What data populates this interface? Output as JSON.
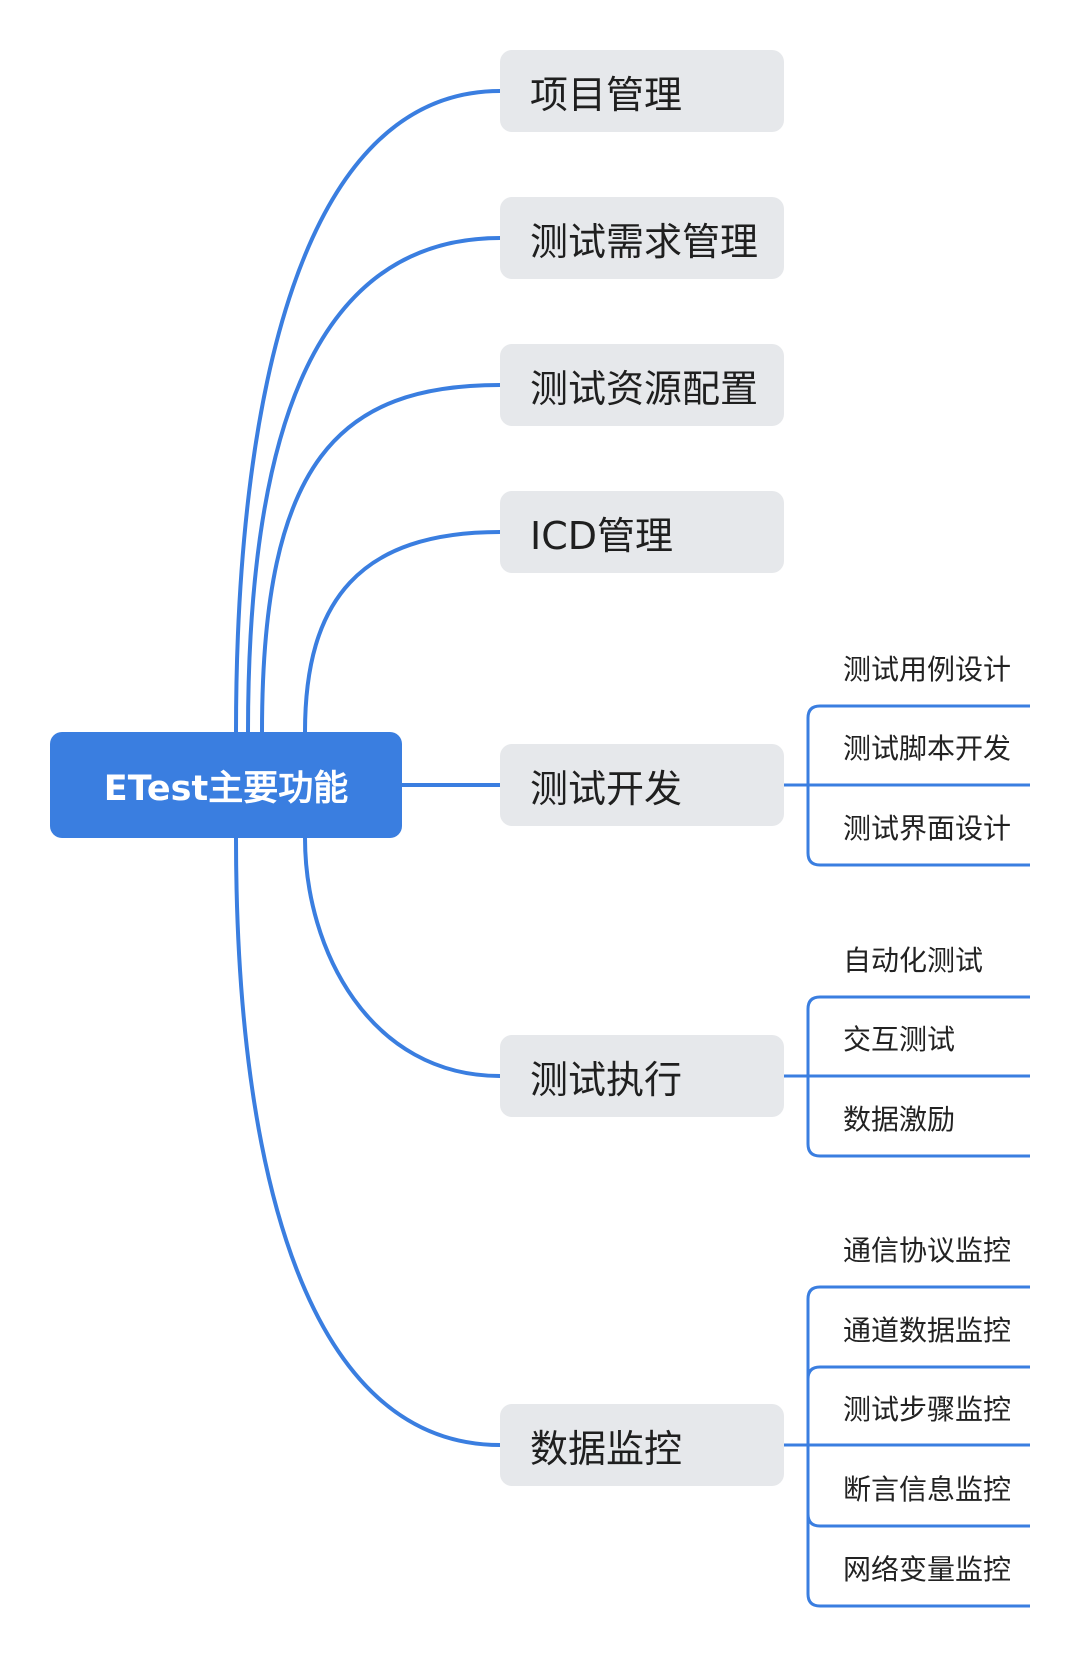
{
  "root": {
    "label": "ETest主要功能"
  },
  "branches": [
    {
      "label": "项目管理",
      "children": []
    },
    {
      "label": "测试需求管理",
      "children": []
    },
    {
      "label": "测试资源配置",
      "children": []
    },
    {
      "label": "ICD管理",
      "children": []
    },
    {
      "label": "测试开发",
      "children": [
        "测试用例设计",
        "测试脚本开发",
        "测试界面设计"
      ]
    },
    {
      "label": "测试执行",
      "children": [
        "自动化测试",
        "交互测试",
        "数据激励"
      ]
    },
    {
      "label": "数据监控",
      "children": [
        "通信协议监控",
        "通道数据监控",
        "测试步骤监控",
        "断言信息监控",
        "网络变量监控"
      ]
    }
  ],
  "colors": {
    "root_fill": "#3a7ee0",
    "connector": "#3a7ee0",
    "branch_fill": "#e6e8eb"
  }
}
